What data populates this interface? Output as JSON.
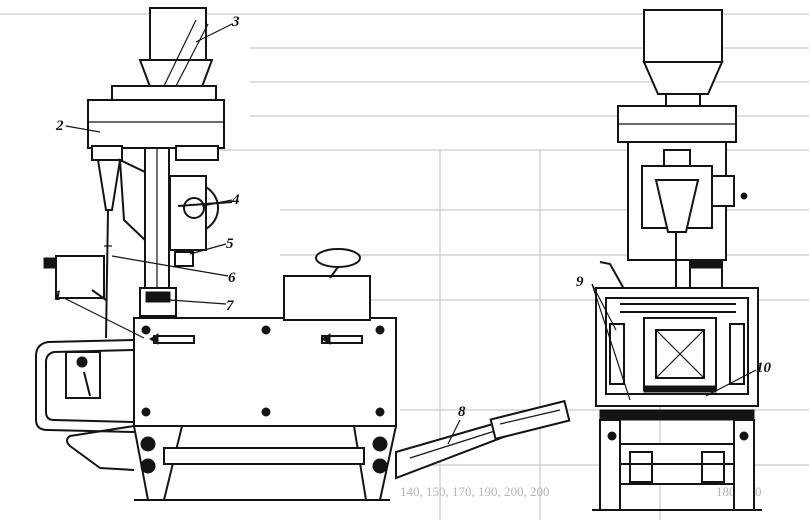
{
  "figure": {
    "callouts": [
      "1",
      "2",
      "3",
      "4",
      "5",
      "6",
      "7",
      "8",
      "9",
      "10"
    ],
    "bleed_through_text": [
      "180, 200",
      "140, 150, 170, 190, 200, 200"
    ]
  }
}
